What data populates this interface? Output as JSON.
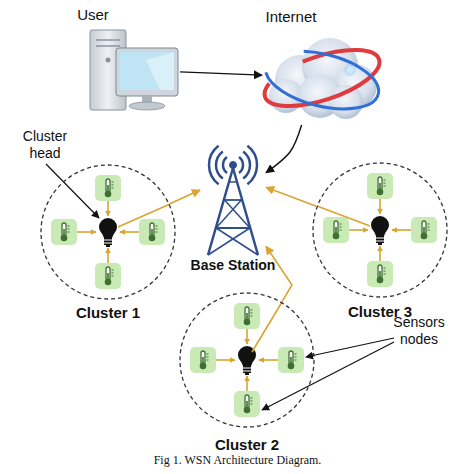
{
  "diagram": {
    "caption": "Fig 1. WSN Architecture Diagram.",
    "nodes": [
      {
        "text": [
          "User"
        ]
      },
      {
        "text": [
          "Internet"
        ]
      },
      {
        "text": [
          "Base Station"
        ]
      },
      {
        "text": [
          "Cluster 1"
        ]
      },
      {
        "text": [
          "Cluster 3"
        ]
      },
      {
        "text": [
          "Cluster 2"
        ]
      }
    ],
    "edges": [
      {
        "from": 0,
        "to": 1,
        "arrow": "to"
      },
      {
        "from": 1,
        "to": 2,
        "arrow": "to"
      },
      {
        "from": 3,
        "to": 2,
        "arrow": "to"
      },
      {
        "from": 4,
        "to": 2,
        "arrow": "to"
      },
      {
        "from": 5,
        "to": 2,
        "arrow": "to"
      }
    ],
    "labels": [
      "Cluster head",
      "Sensors nodes"
    ]
  }
}
